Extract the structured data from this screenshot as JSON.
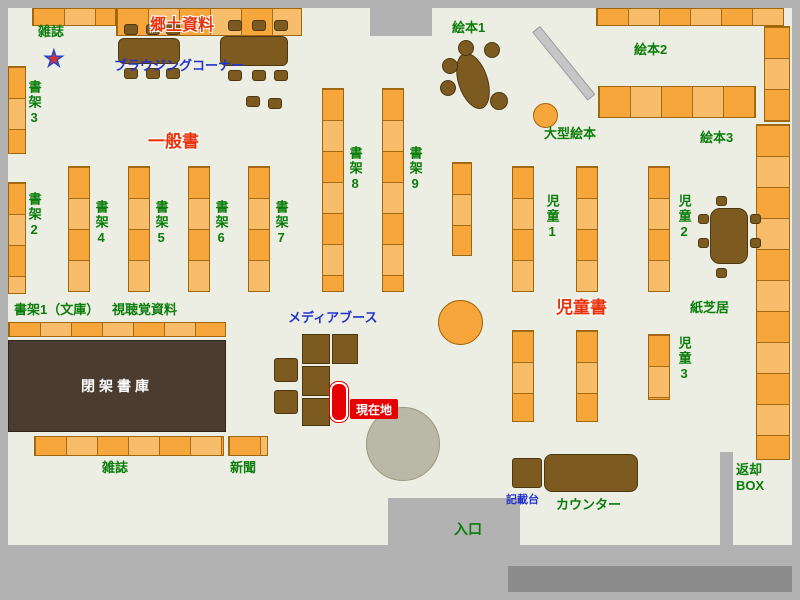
{
  "areas": {
    "kyodo_shiryo": "郷土資料",
    "ippansho": "一般書",
    "jidosho": "児童書"
  },
  "labels": {
    "zasshi_top": "雑誌",
    "browsing_corner": "ブラウジングコーナー",
    "shoka3": "書架3",
    "shoka2": "書架2",
    "shoka4": "書架4",
    "shoka5": "書架5",
    "shoka6": "書架6",
    "shoka7": "書架7",
    "shoka8": "書架8",
    "shoka9": "書架9",
    "shoka1_bunko": "書架1（文庫）",
    "shichokaku_shiryo": "視聴覚資料",
    "heika_shoko": "閉架書庫",
    "zasshi_bottom": "雑誌",
    "shinbun": "新聞",
    "media_booth": "メディアブース",
    "genzaichi": "現在地",
    "ehon1": "絵本1",
    "ehon2": "絵本2",
    "ehon3": "絵本3",
    "ogata_ehon": "大型絵本",
    "jido1": "児童1",
    "jido2": "児童2",
    "jido3": "児童3",
    "kamishibai": "紙芝居",
    "kisaidai": "記載台",
    "counter": "カウンター",
    "henkyaku_box": "返却BOX",
    "iriguchi": "入口"
  },
  "colors": {
    "floor": "#edeee3",
    "wall": "#b2b2b2",
    "wall_dark": "#8c8c8c",
    "shelf_orange": "#f7a63c",
    "furniture_brown": "#7d5a1f",
    "closed_stack_brown": "#4a3c2e",
    "label_green": "#0a7d0a",
    "label_red": "#e8340c",
    "label_blue": "#2233cc",
    "current_location_red": "#e60000"
  }
}
